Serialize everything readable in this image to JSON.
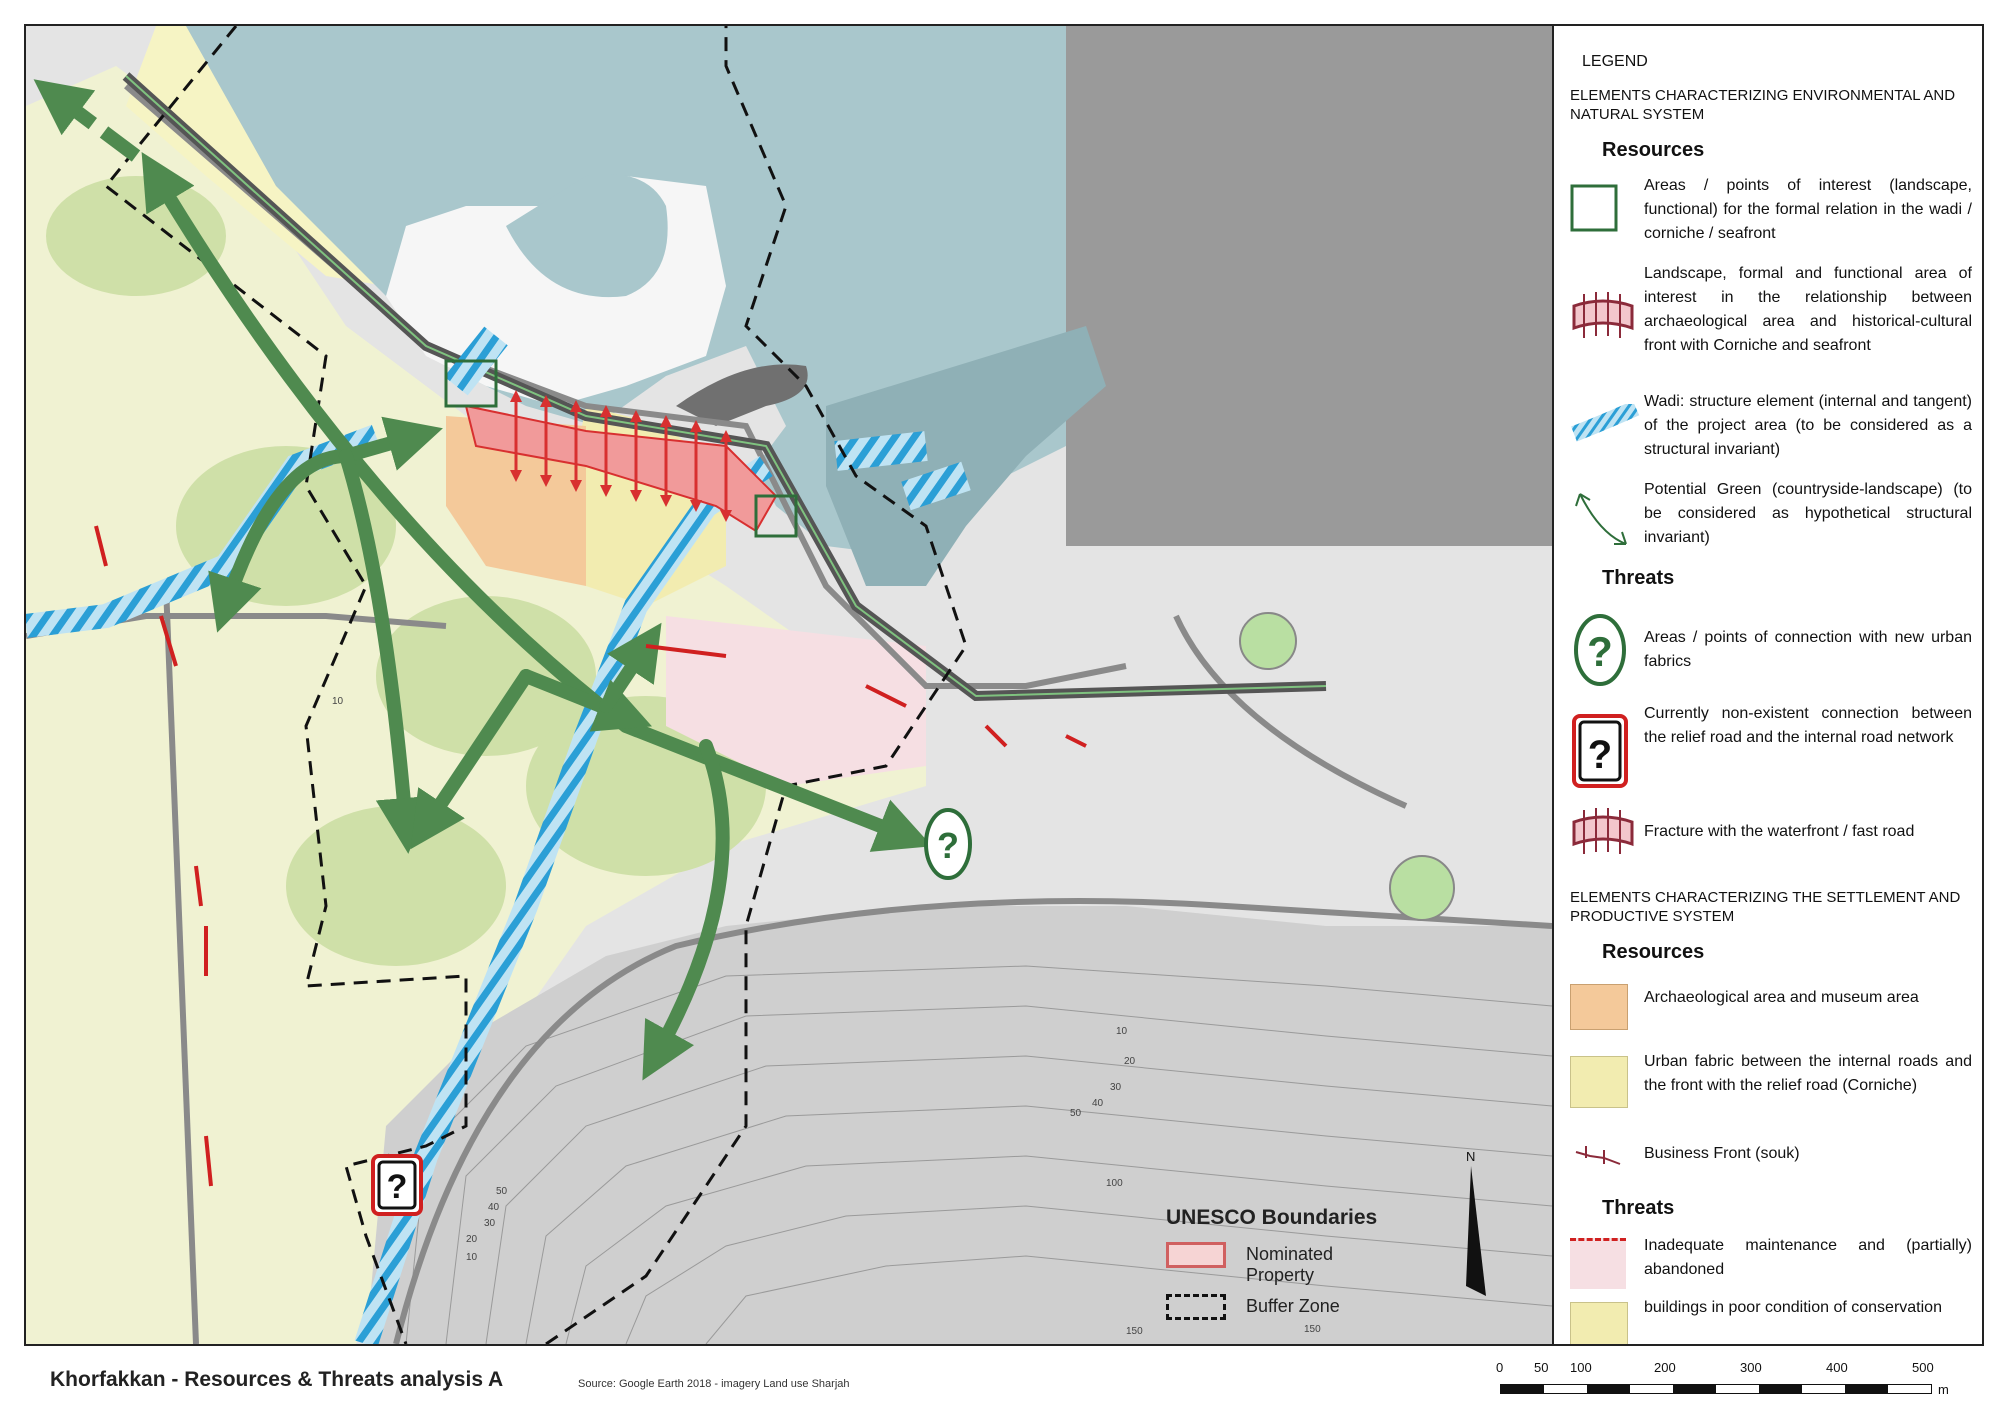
{
  "legend": {
    "title": "LEGEND",
    "env_system": "ELEMENTS CHARACTERIZING ENVIRONMENTAL AND NATURAL SYSTEM",
    "env_resources_heading": "Resources",
    "env_resources": [
      {
        "icon": "green-square-icon",
        "text": "Areas / points of interest (landscape, functional) for the formal relation in the wadi / corniche / seafront"
      },
      {
        "icon": "red-arrows-band-icon",
        "text": "Landscape, formal and functional area of interest in the relationship between archaeological area and historical-cultural front with Corniche and seafront"
      },
      {
        "icon": "wadi-hatch-icon",
        "text": "Wadi: structure element (internal and tangent) of the project area (to be considered as a structural invariant)"
      },
      {
        "icon": "potential-green-icon",
        "text": "Potential Green (countryside-landscape) (to be considered as hypothetical structural invariant)"
      }
    ],
    "env_threats_heading": "Threats",
    "env_threats": [
      {
        "icon": "green-question-icon",
        "text": "Areas / points of connection with new urban fabrics"
      },
      {
        "icon": "red-question-icon",
        "text": "Currently non-existent connection between the relief road and the internal road network"
      },
      {
        "icon": "fracture-icon",
        "text": "Fracture with the waterfront / fast road"
      }
    ],
    "settle_system": "ELEMENTS CHARACTERIZING THE SETTLEMENT AND PRODUCTIVE SYSTEM",
    "settle_resources_heading": "Resources",
    "settle_resources": [
      {
        "icon": "archaeological-swatch-icon",
        "text": "Archaeological area and museum area"
      },
      {
        "icon": "urban-fabric-swatch-icon",
        "text": "Urban fabric between the internal roads and the front with the relief road (Corniche)"
      },
      {
        "icon": "business-front-icon",
        "text": "Business Front (souk)"
      }
    ],
    "settle_threats_heading": "Threats",
    "settle_threats": [
      {
        "icon": "maintenance-swatch-icon",
        "text": "Inadequate maintenance and (partially) abandoned"
      },
      {
        "icon": "poor-condition-swatch-icon",
        "text": "buildings in poor condition of conservation"
      }
    ]
  },
  "unesco": {
    "heading": "UNESCO Boundaries",
    "nominated": "Nominated Property",
    "buffer": "Buffer Zone"
  },
  "north": "N",
  "title": "Khorfakkan - Resources & Threats analysis A",
  "source": "Source: Google Earth 2018 - imagery Land use Sharjah",
  "scale": {
    "labels": [
      "0",
      "50",
      "100",
      "200",
      "300",
      "400",
      "500"
    ],
    "unit": "m"
  },
  "contours": [
    "10",
    "20",
    "30",
    "40",
    "50",
    "100",
    "150",
    "150",
    "50",
    "40",
    "30",
    "20",
    "10",
    "10"
  ],
  "colors": {
    "sea": "#a9c7cc",
    "green_arrow": "#4f8a4f",
    "wadi": "#3fa8d8",
    "nominated": "#e06060",
    "threat_red": "#d02020",
    "archaeological": "#f4c99a",
    "urban_fabric": "#f2ecb0"
  }
}
